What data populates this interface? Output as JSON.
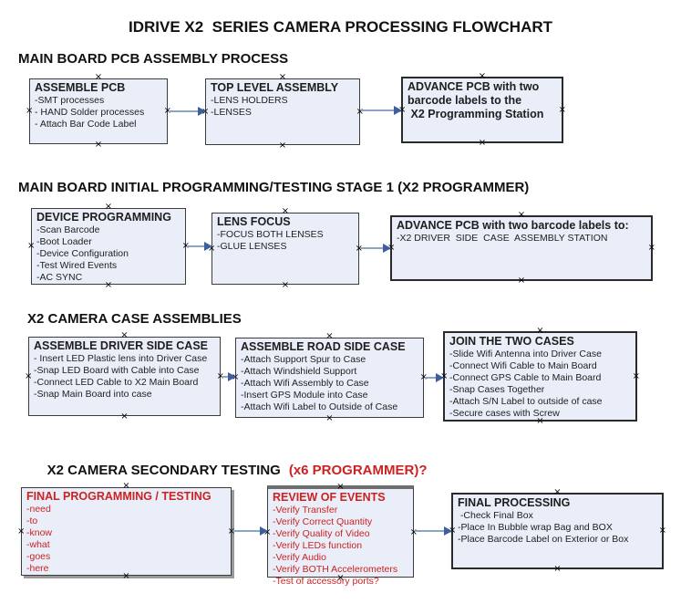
{
  "title": "IDRIVE X2  SERIES CAMERA PROCESSING FLOWCHART",
  "icons": {
    "connection_handle": "×",
    "arrowhead": "triangle-right"
  },
  "colors": {
    "box_fill": "#e9eef8",
    "box_border": "#3c3c3c",
    "arrow_line": "#8ba5c7",
    "arrow_head": "#3e5f9e",
    "red_text": "#cc2222",
    "black_text": "#1e1e1e"
  },
  "sections": [
    {
      "heading": "MAIN BOARD PCB ASSEMBLY PROCESS",
      "boxes": [
        {
          "title": "ASSEMBLE PCB",
          "items": [
            "-SMT processes",
            "- HAND Solder processes",
            "- Attach Bar Code Label"
          ]
        },
        {
          "title": "TOP LEVEL ASSEMBLY",
          "items": [
            "-LENS HOLDERS",
            "-LENSES"
          ]
        },
        {
          "title_lines": [
            "ADVANCE PCB with two",
            "barcode labels to the",
            " X2 Programming Station"
          ],
          "items": []
        }
      ]
    },
    {
      "heading": "MAIN BOARD INITIAL PROGRAMMING/TESTING STAGE 1 (X2 PROGRAMMER)",
      "boxes": [
        {
          "title": "DEVICE PROGRAMMING",
          "items": [
            "-Scan Barcode",
            "-Boot Loader",
            "-Device Configuration",
            "-Test Wired Events",
            "-AC SYNC"
          ]
        },
        {
          "title": "LENS FOCUS",
          "items": [
            "-FOCUS BOTH LENSES",
            "-GLUE LENSES"
          ]
        },
        {
          "title": "ADVANCE PCB with two barcode labels to:",
          "items": [
            "-X2 DRIVER  SIDE  CASE  ASSEMBLY STATION"
          ]
        }
      ]
    },
    {
      "heading": "X2 CAMERA CASE ASSEMBLIES",
      "boxes": [
        {
          "title": "ASSEMBLE DRIVER SIDE CASE",
          "items": [
            "- Insert LED Plastic lens into Driver Case",
            "-Snap LED Board with Cable into Case",
            "-Connect LED Cable to X2 Main Board",
            "-Snap Main Board into case"
          ]
        },
        {
          "title": "ASSEMBLE ROAD SIDE CASE",
          "items": [
            "-Attach Support Spur to Case",
            "-Attach Windshield Support",
            "-Attach Wifi Assembly to Case",
            "-Insert GPS Module into Case",
            "-Attach Wifi Label to Outside of Case"
          ]
        },
        {
          "title": "JOIN THE TWO CASES",
          "items": [
            "-Slide Wifi Antenna into Driver Case",
            "-Connect Wifi Cable to Main Board",
            "-Connect GPS Cable to Main Board",
            "-Snap Cases Together",
            "-Attach S/N Label to outside of case",
            "-Secure cases with Screw"
          ]
        }
      ]
    },
    {
      "heading": "X2 CAMERA SECONDARY TESTING",
      "heading_suffix": "(x6 PROGRAMMER)?",
      "boxes": [
        {
          "title": "FINAL PROGRAMMING / TESTING",
          "items": [
            "-need",
            "-to",
            "-know",
            "-what",
            "-goes",
            "-here"
          ]
        },
        {
          "title": "REVIEW OF EVENTS",
          "items": [
            "-Verify Transfer",
            "-Verify Correct Quantity",
            "-Verify Quality of Video",
            "-Verify LEDs function",
            "-Verify Audio",
            "-Verify BOTH Accelerometers",
            "-Test of accessory ports?"
          ]
        },
        {
          "title": "FINAL PROCESSING",
          "items": [
            " -Check Final Box",
            "-Place In Bubble wrap Bag and BOX",
            "-Place Barcode Label on Exterior or Box"
          ]
        }
      ]
    }
  ]
}
